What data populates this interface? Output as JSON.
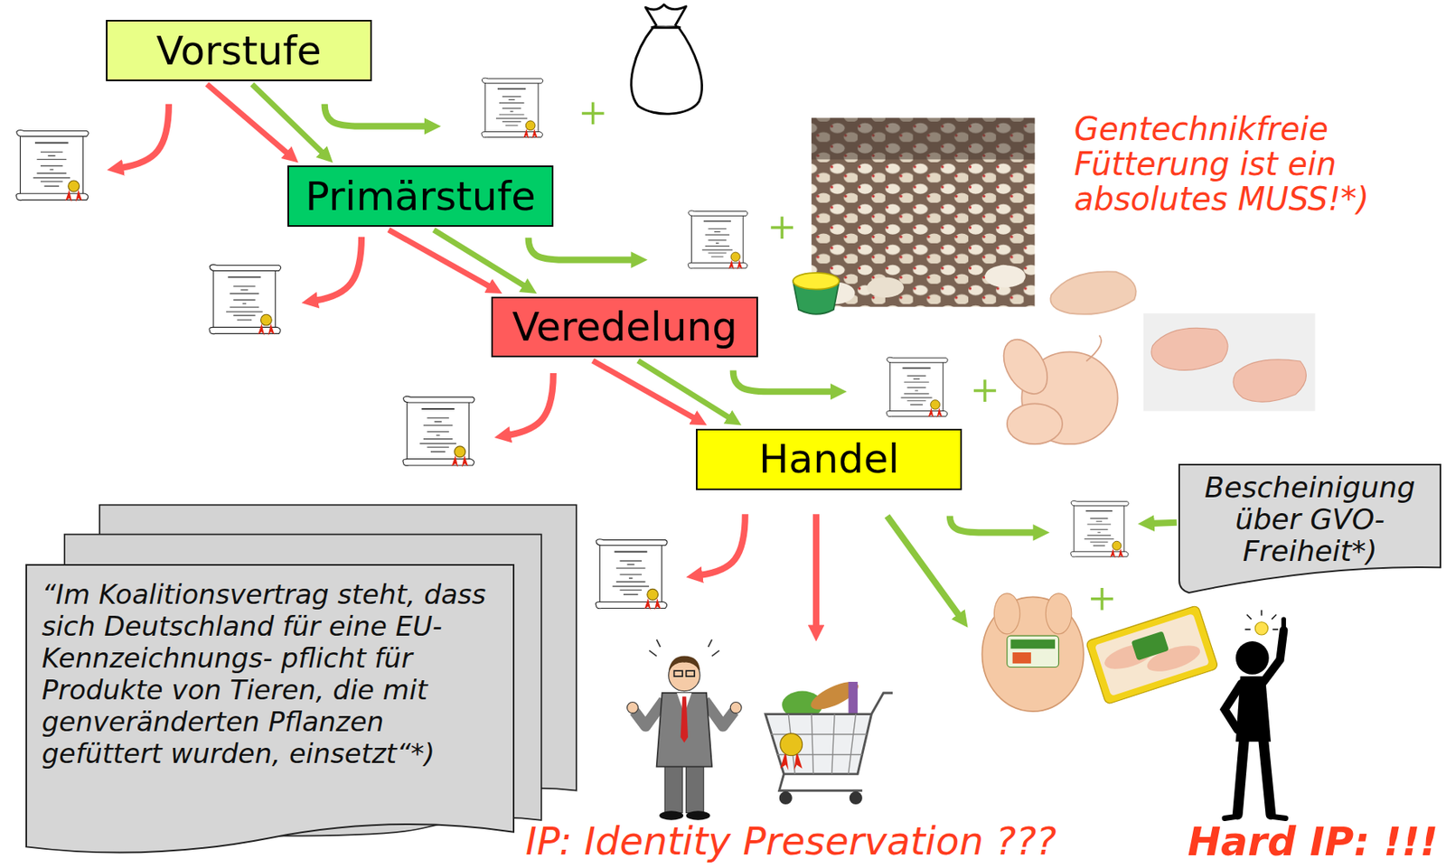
{
  "diagram": {
    "nodes": [
      {
        "text": [
          "Vorstufe"
        ]
      },
      {
        "text": [
          "Primärstufe"
        ]
      },
      {
        "text": [
          "Veredelung"
        ]
      },
      {
        "text": [
          "Handel"
        ]
      },
      {
        "text": [
          "Bescheinigung über GVO-Freiheit*)"
        ]
      },
      {
        "text": [
          "“Im Koalitionsvertrag steht, dass sich Deutschland für eine EU-Kennzeichnungs- pflicht für Produkte von Tieren, die mit genveränderten Pflanzen gefüttert wurden, einsetzt“*)"
        ]
      }
    ],
    "edges": [
      {
        "from": 0,
        "to": 1,
        "arrow": "to"
      },
      {
        "from": 0,
        "to": 1,
        "arrow": "to"
      },
      {
        "from": 1,
        "to": 2,
        "arrow": "to"
      },
      {
        "from": 1,
        "to": 2,
        "arrow": "to"
      },
      {
        "from": 2,
        "to": 3,
        "arrow": "to"
      },
      {
        "from": 2,
        "to": 3,
        "arrow": "to"
      }
    ],
    "labels": [
      "Gentechnikfreie Fütterung ist ein absolutes MUSS!*)",
      "IP: Identity Preservation ???",
      "Hard IP: !!!"
    ]
  }
}
